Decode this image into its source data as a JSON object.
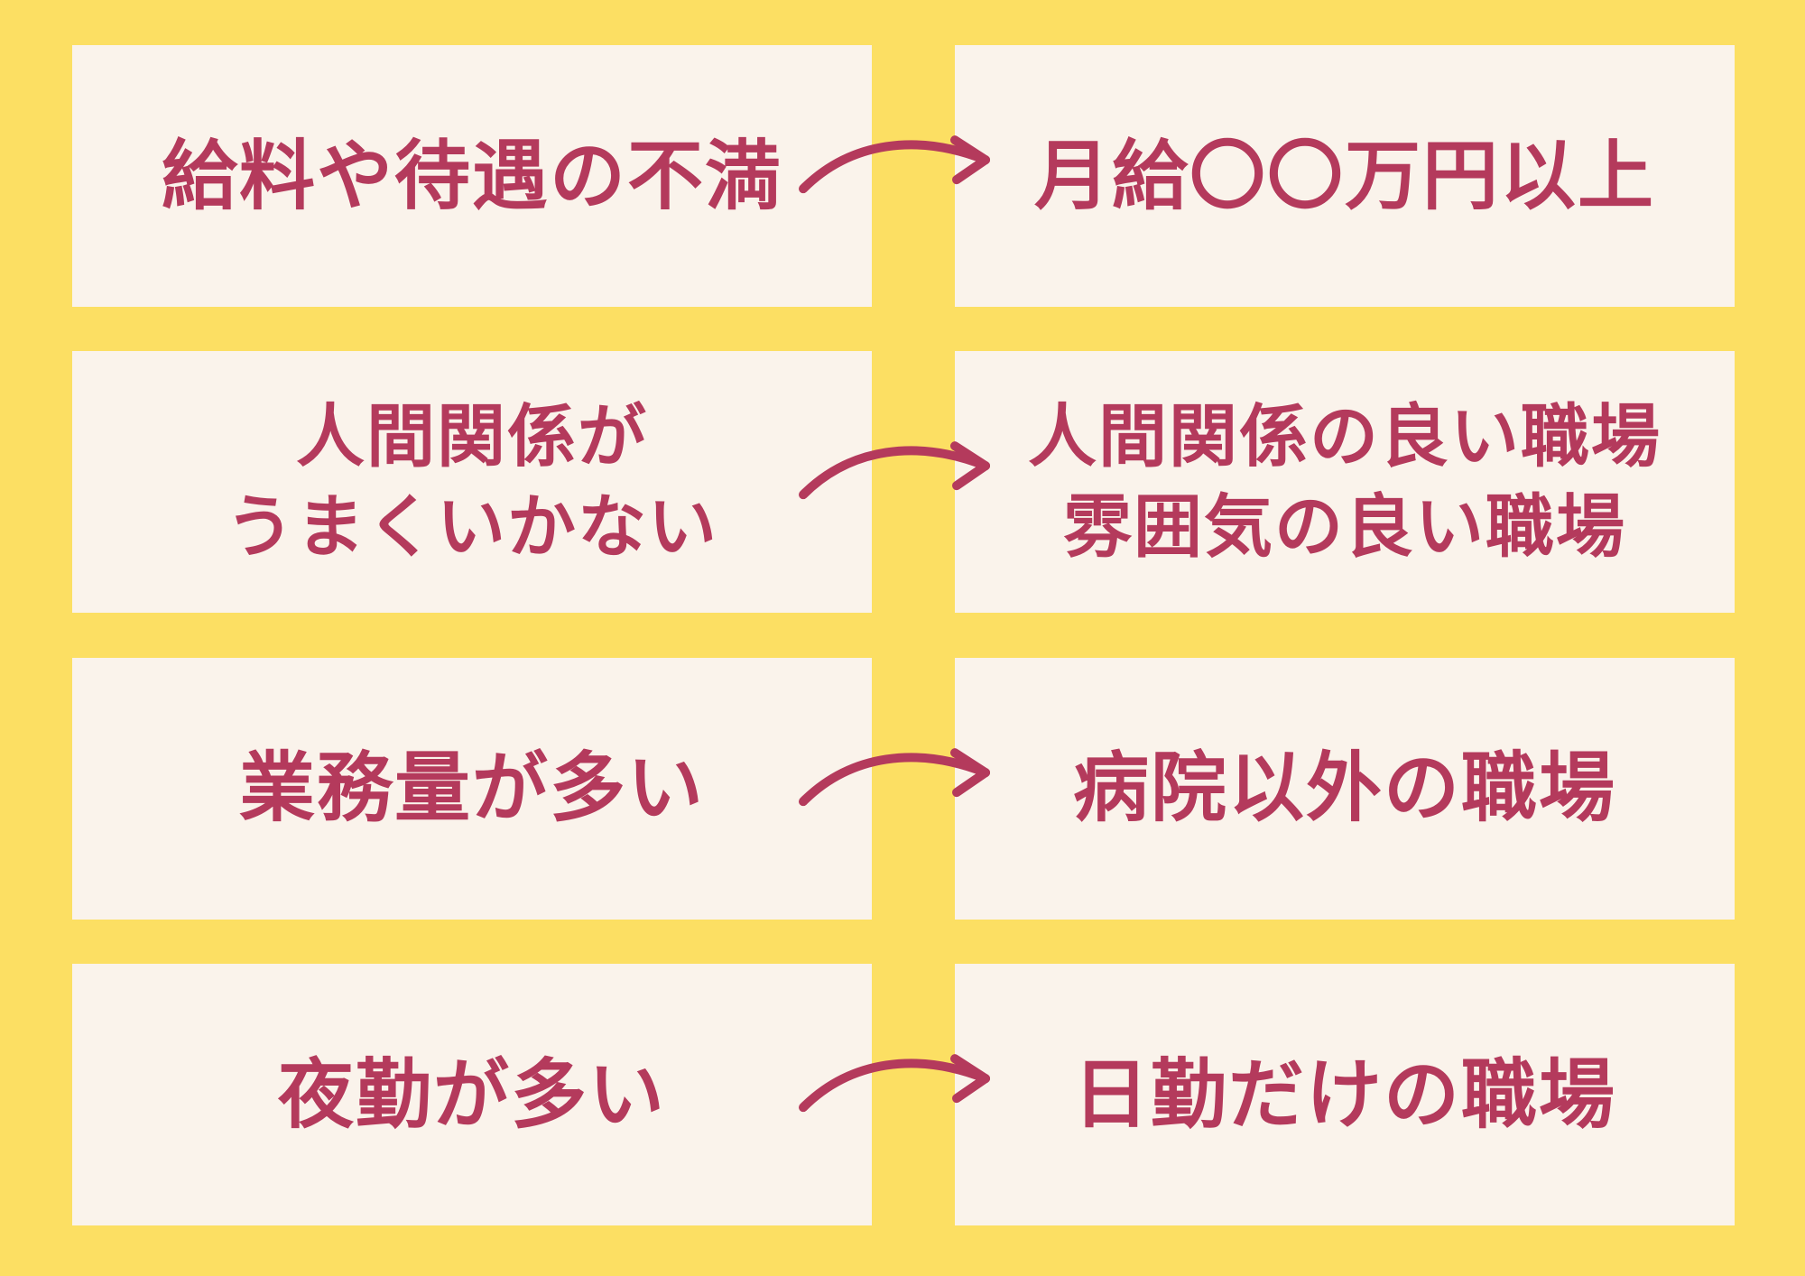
{
  "colors": {
    "background": "#FCDF63",
    "box": "#FAF3EB",
    "accent": "#B43A5C"
  },
  "rows": [
    {
      "left": [
        "給料や待遇の不満"
      ],
      "right": [
        "月給〇〇万円以上"
      ]
    },
    {
      "left": [
        "人間関係が",
        "うまくいかない"
      ],
      "right": [
        "人間関係の良い職場",
        "雰囲気の良い職場"
      ]
    },
    {
      "left": [
        "業務量が多い"
      ],
      "right": [
        "病院以外の職場"
      ]
    },
    {
      "left": [
        "夜勤が多い"
      ],
      "right": [
        "日勤だけの職場"
      ]
    }
  ]
}
